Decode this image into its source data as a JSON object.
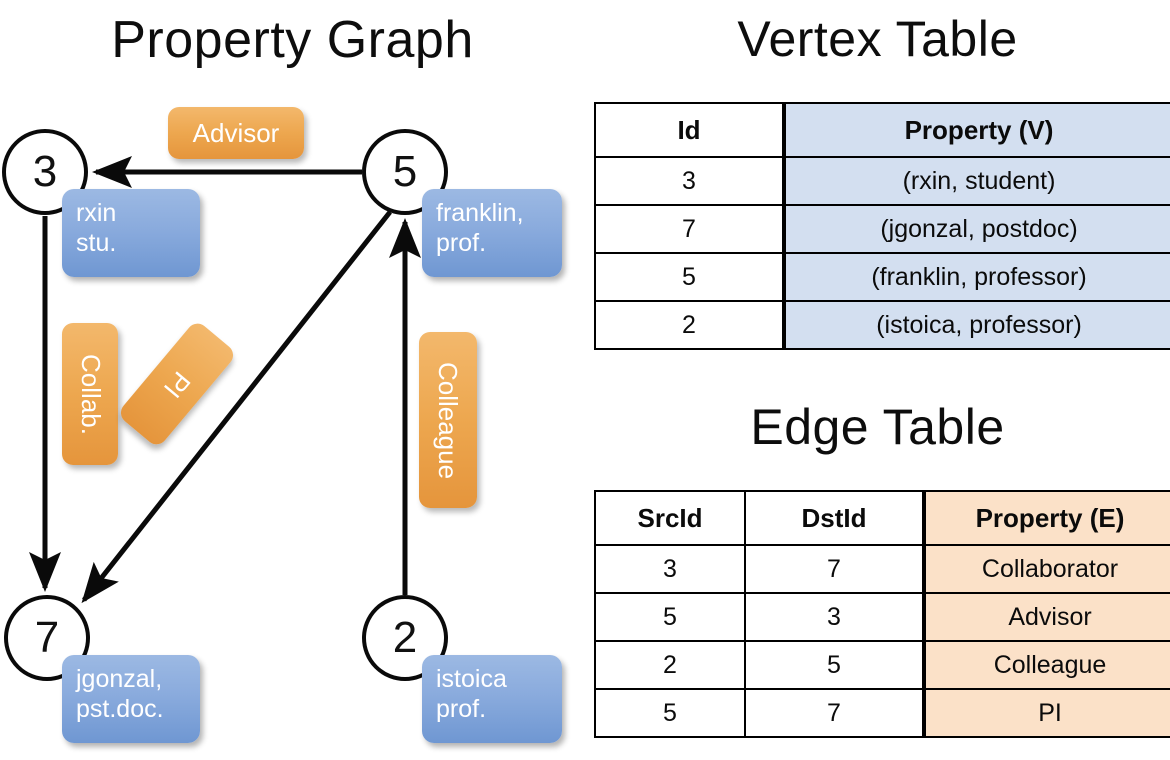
{
  "titles": {
    "property_graph": "Property Graph",
    "vertex_table": "Vertex Table",
    "edge_table": "Edge Table"
  },
  "colors": {
    "vertex_property_fill": "#D3DFF0",
    "edge_property_fill": "#FBE1C8",
    "node_property_box": "#8AABDD",
    "edge_label_box": "#EDA74F",
    "stroke": "#000000"
  },
  "graph": {
    "nodes": [
      {
        "id": "3",
        "label": "3",
        "property_line1": "rxin",
        "property_line2": "stu."
      },
      {
        "id": "5",
        "label": "5",
        "property_line1": "franklin,",
        "property_line2": "prof."
      },
      {
        "id": "7",
        "label": "7",
        "property_line1": "jgonzal,",
        "property_line2": "pst.doc."
      },
      {
        "id": "2",
        "label": "2",
        "property_line1": "istoica",
        "property_line2": "prof."
      }
    ],
    "edge_labels": [
      {
        "name": "advisor",
        "text": "Advisor"
      },
      {
        "name": "collab",
        "text": "Collab."
      },
      {
        "name": "pi",
        "text": "PI"
      },
      {
        "name": "colleague",
        "text": "Colleague"
      }
    ],
    "edges": [
      {
        "from": "5",
        "to": "3",
        "label": "Advisor"
      },
      {
        "from": "3",
        "to": "7",
        "label": "Collab."
      },
      {
        "from": "5",
        "to": "7",
        "label": "PI"
      },
      {
        "from": "2",
        "to": "5",
        "label": "Colleague"
      }
    ]
  },
  "vertex_table": {
    "headers": [
      "Id",
      "Property (V)"
    ],
    "rows": [
      {
        "id": "3",
        "property": "(rxin, student)"
      },
      {
        "id": "7",
        "property": "(jgonzal, postdoc)"
      },
      {
        "id": "5",
        "property": "(franklin, professor)"
      },
      {
        "id": "2",
        "property": "(istoica, professor)"
      }
    ]
  },
  "edge_table": {
    "headers": [
      "SrcId",
      "DstId",
      "Property (E)"
    ],
    "rows": [
      {
        "src": "3",
        "dst": "7",
        "property": "Collaborator"
      },
      {
        "src": "5",
        "dst": "3",
        "property": "Advisor"
      },
      {
        "src": "2",
        "dst": "5",
        "property": "Colleague"
      },
      {
        "src": "5",
        "dst": "7",
        "property": "PI"
      }
    ]
  }
}
